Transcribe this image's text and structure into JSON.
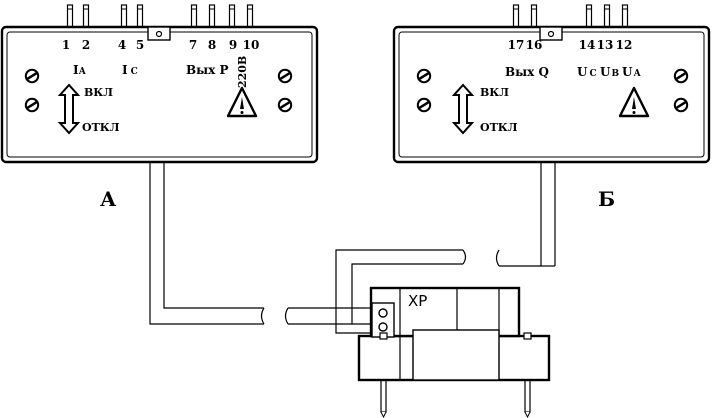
{
  "unit_a": {
    "title": "А",
    "pins": [
      "1",
      "2",
      "4",
      "5",
      "7",
      "8",
      "9",
      "10"
    ],
    "label_ia_main": "I",
    "label_ia_sub": "А",
    "label_ic_main": "I",
    "label_ic_sub": "С",
    "label_vyx_p": "Вых Р",
    "label_220v": "220В",
    "label_on": "ВКЛ",
    "label_off": "ОТКЛ"
  },
  "unit_b": {
    "title": "Б",
    "pins": [
      "17",
      "16",
      "14",
      "13",
      "12"
    ],
    "label_vyx_q": "Вых Q",
    "label_uc_main": "U",
    "label_uc_sub": "С",
    "label_ub_main": "U",
    "label_ub_sub": "В",
    "label_ua_main": "U",
    "label_ua_sub": "А",
    "label_on": "ВКЛ",
    "label_off": "ОТКЛ"
  },
  "connector": {
    "label": "XP"
  },
  "icons": {
    "screw": "screw-icon",
    "switch": "double-arrow-icon",
    "warning": "warning-triangle-icon"
  },
  "colors": {
    "line": "#000000",
    "background": "#ffffff"
  }
}
